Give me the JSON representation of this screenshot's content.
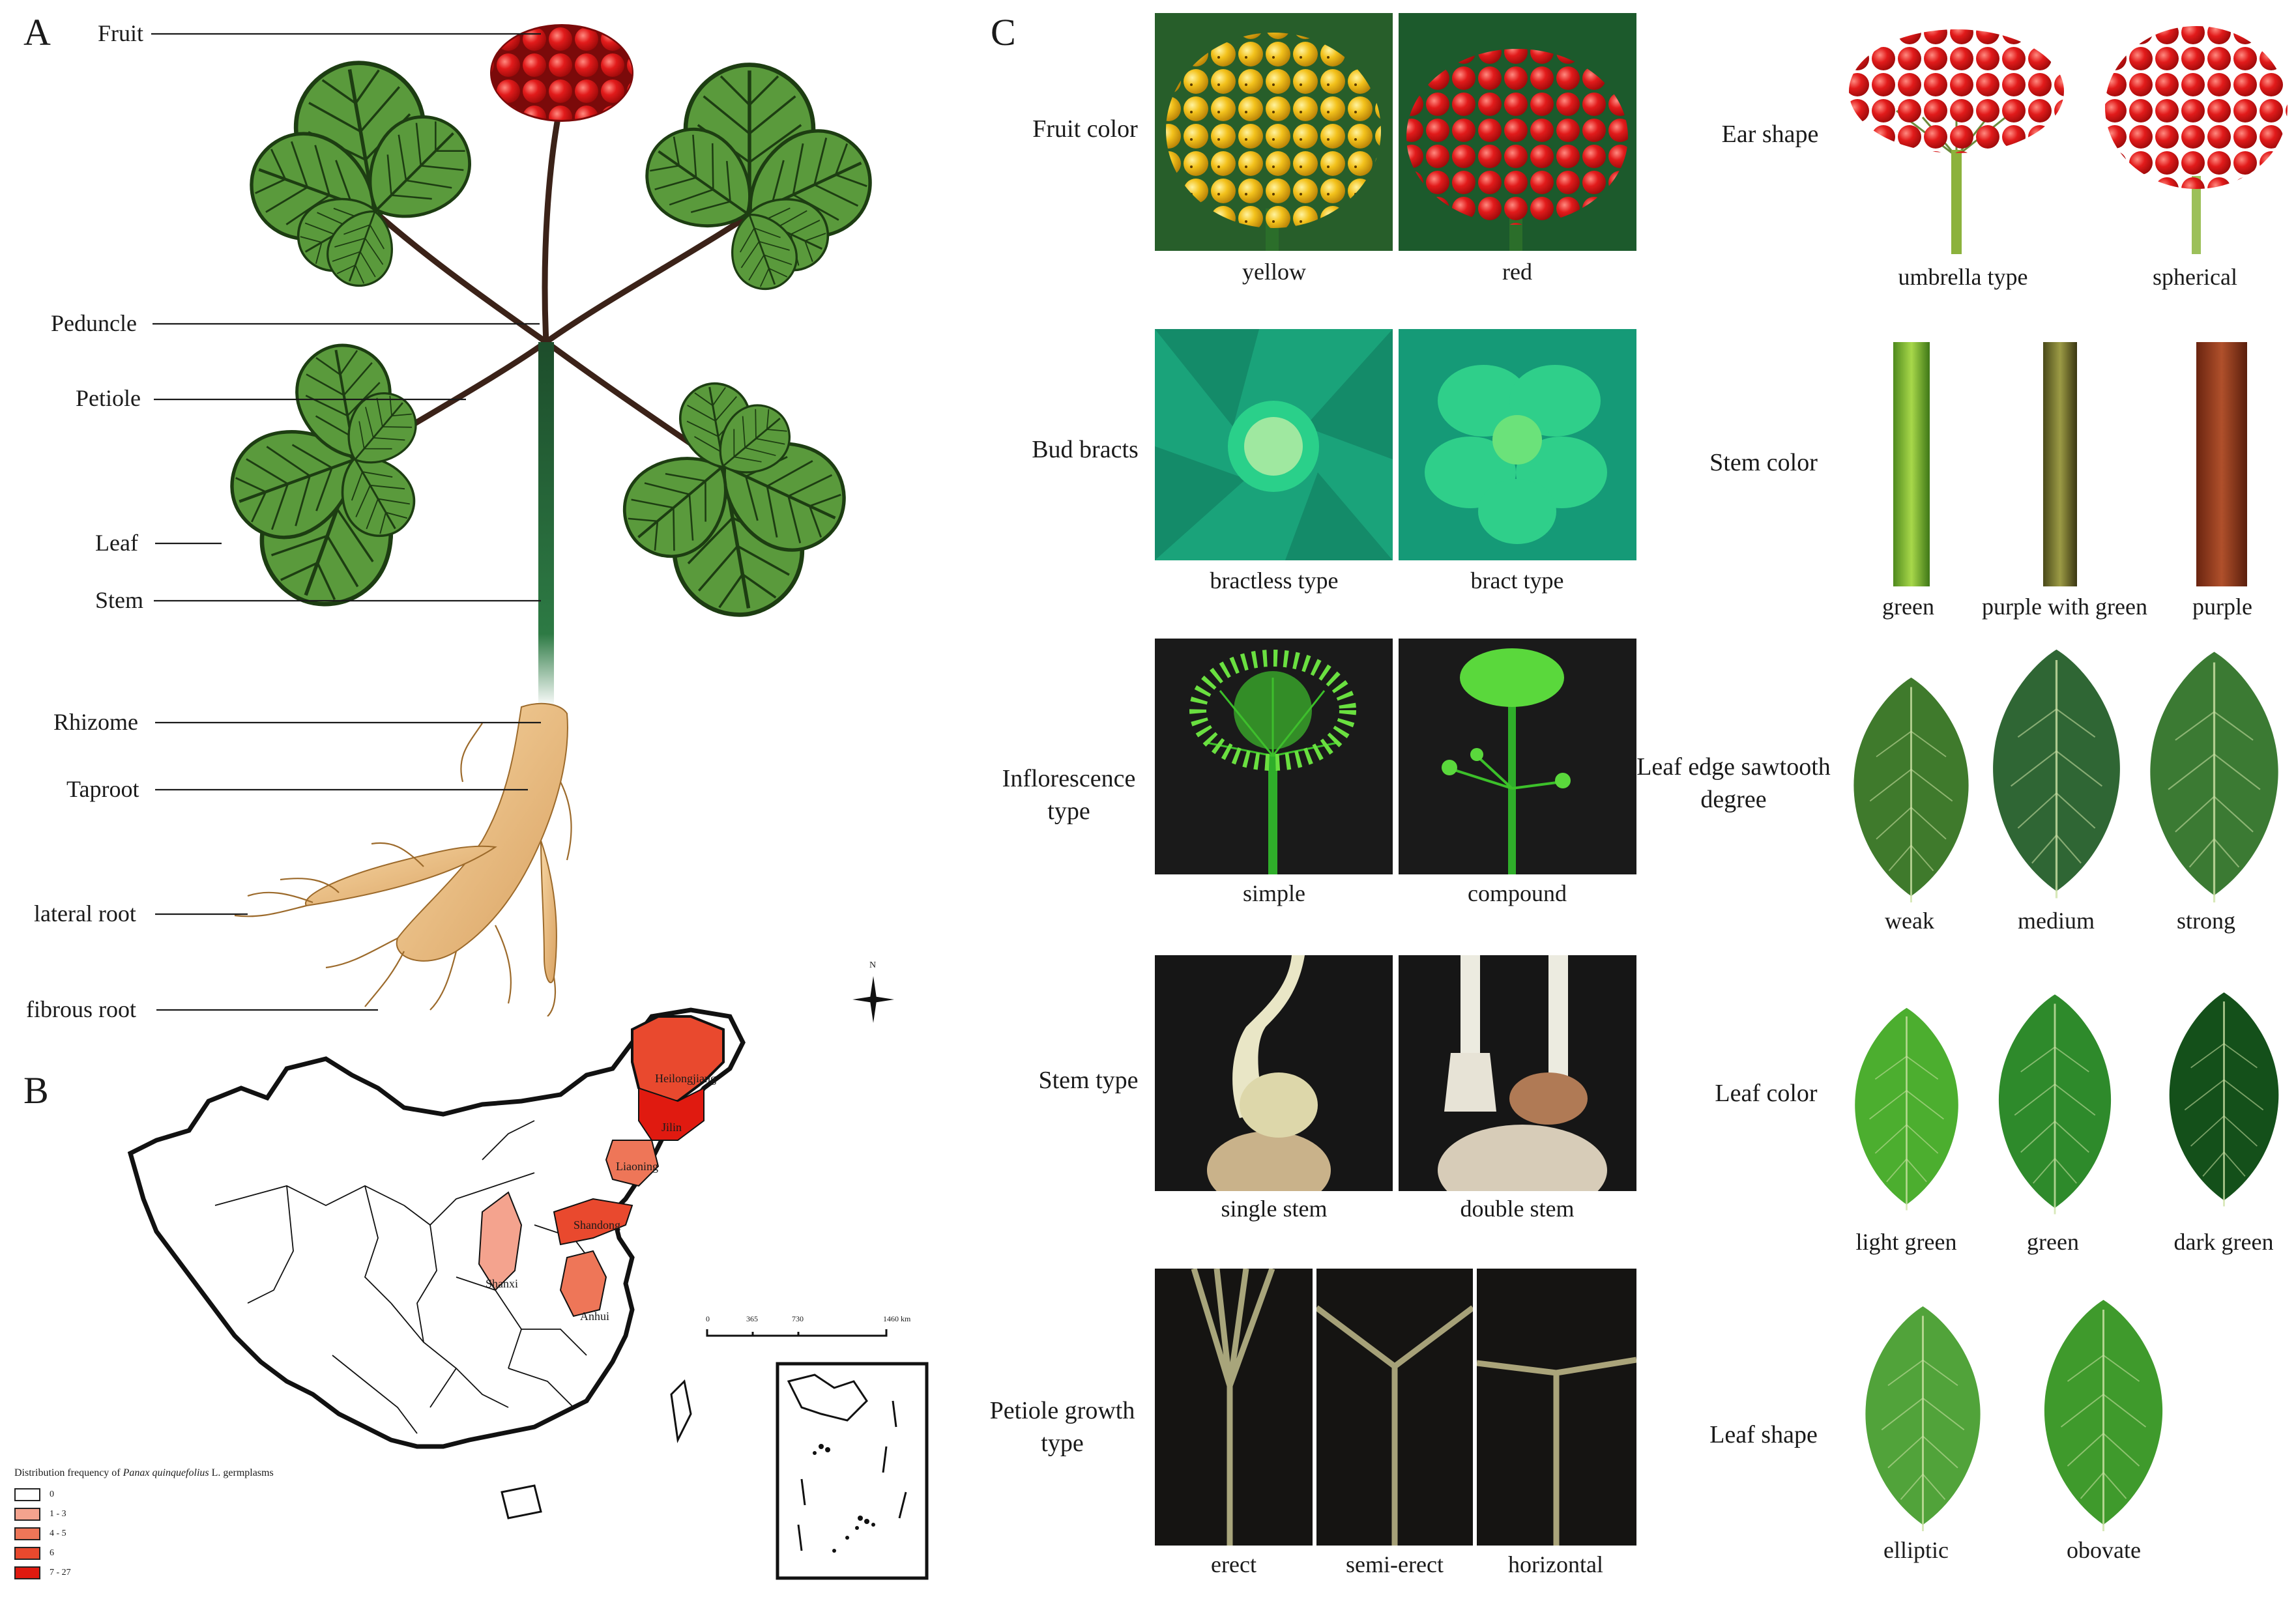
{
  "panelA": {
    "letter": "A",
    "labels": {
      "fruit": "Fruit",
      "peduncle": "Peduncle",
      "petiole": "Petiole",
      "leaf": "Leaf",
      "stem": "Stem",
      "rhizome": "Rhizome",
      "taproot": "Taproot",
      "lateral_root": "lateral root",
      "fibrous_root": "fibrous root"
    }
  },
  "panelB": {
    "letter": "B",
    "compass": "N",
    "provinces": {
      "heilongjiang": "Heilongjiang",
      "jilin": "Jilin",
      "liaoning": "Liaoning",
      "shandong": "Shandong",
      "shanxi": "Shanxi",
      "anhui": "Anhui"
    },
    "scale": {
      "ticks": [
        "0",
        "365",
        "730",
        "1460 km"
      ]
    },
    "legend": {
      "title_prefix": "Distribution frequency of ",
      "title_species": "Panax quinquefolius",
      "title_suffix": " L. germplasms",
      "items": [
        {
          "label": "0",
          "color": "#ffffff"
        },
        {
          "label": "1 - 3",
          "color": "#f4a38e"
        },
        {
          "label": "4 - 5",
          "color": "#ee7658"
        },
        {
          "label": "6",
          "color": "#e9492e"
        },
        {
          "label": "7 - 27",
          "color": "#e01a10"
        }
      ]
    }
  },
  "panelC": {
    "letter": "C",
    "left": [
      {
        "trait": "Fruit color",
        "options": [
          "yellow",
          "red"
        ]
      },
      {
        "trait": "Bud bracts",
        "options": [
          "bractless type",
          "bract type"
        ]
      },
      {
        "trait": "Inflorescence type",
        "options": [
          "simple",
          "compound"
        ]
      },
      {
        "trait": "Stem type",
        "options": [
          "single stem",
          "double stem"
        ]
      },
      {
        "trait": "Petiole growth type",
        "options": [
          "erect",
          "semi-erect",
          "horizontal"
        ]
      }
    ],
    "right": [
      {
        "trait": "Ear shape",
        "options": [
          "umbrella type",
          "spherical"
        ]
      },
      {
        "trait": "Stem color",
        "options": [
          "green",
          "purple with green",
          "purple"
        ]
      },
      {
        "trait": "Leaf edge sawtooth degree",
        "options": [
          "weak",
          "medium",
          "strong"
        ]
      },
      {
        "trait": "Leaf color",
        "options": [
          "light green",
          "green",
          "dark green"
        ]
      },
      {
        "trait": "Leaf shape",
        "options": [
          "elliptic",
          "obovate"
        ]
      }
    ]
  }
}
